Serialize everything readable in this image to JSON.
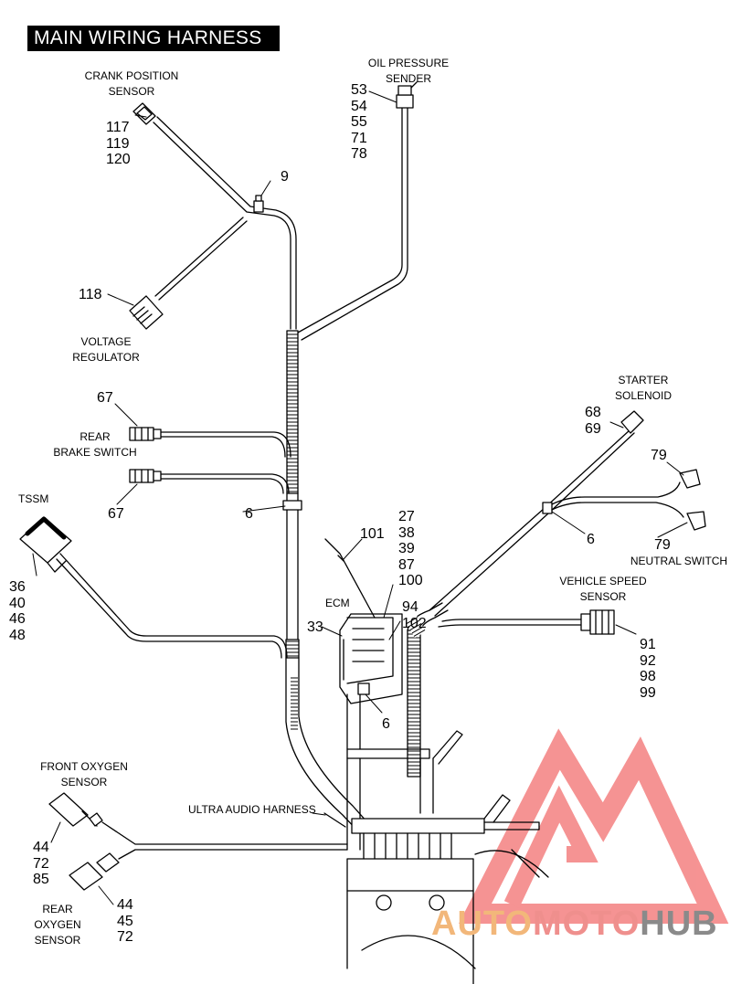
{
  "title": "MAIN WIRING HARNESS",
  "labels": {
    "crank_position_sensor": "CRANK POSITION\nSENSOR",
    "oil_pressure_sender": "OIL PRESSURE\nSENDER",
    "voltage_regulator": "VOLTAGE\nREGULATOR",
    "rear_brake_switch": "REAR\nBRAKE SWITCH",
    "tssm": "TSSM",
    "starter_solenoid": "STARTER\nSOLENOID",
    "neutral_switch": "NEUTRAL SWITCH",
    "vehicle_speed_sensor": "VEHICLE SPEED\nSENSOR",
    "ecm": "ECM",
    "front_oxygen_sensor": "FRONT OXYGEN\nSENSOR",
    "ultra_audio_harness": "ULTRA AUDIO HARNESS",
    "rear_oxygen_sensor": "REAR OXYGEN\nSENSOR"
  },
  "callouts": {
    "crank": [
      "117",
      "119",
      "120"
    ],
    "oil": [
      "53",
      "54",
      "55",
      "71",
      "78"
    ],
    "clip_top": "9",
    "voltage": "118",
    "brake_top": "67",
    "brake_bottom": "67",
    "clip_mid": "6",
    "tssm": [
      "36",
      "40",
      "46",
      "48"
    ],
    "ecm_group": [
      "27",
      "38",
      "39",
      "87",
      "100"
    ],
    "ecm_mount": "101",
    "ecm_side": [
      "94",
      "102"
    ],
    "ecm": "33",
    "ecm_clip": "6",
    "starter": [
      "68",
      "69"
    ],
    "neutral_top": "79",
    "neutral_bottom": "79",
    "clip_right": "6",
    "vss": [
      "91",
      "92",
      "98",
      "99"
    ],
    "front_o2": [
      "44",
      "72",
      "85"
    ],
    "rear_o2": [
      "44",
      "45",
      "72"
    ]
  },
  "watermark": {
    "part1": "AUTO",
    "part2": "MOTO",
    "part3": "HUB"
  },
  "colors": {
    "line": "#000000",
    "watermark_red": "#ee3b3b",
    "watermark_orange": "#f2b77a",
    "watermark_gray": "#8a8a8a"
  }
}
